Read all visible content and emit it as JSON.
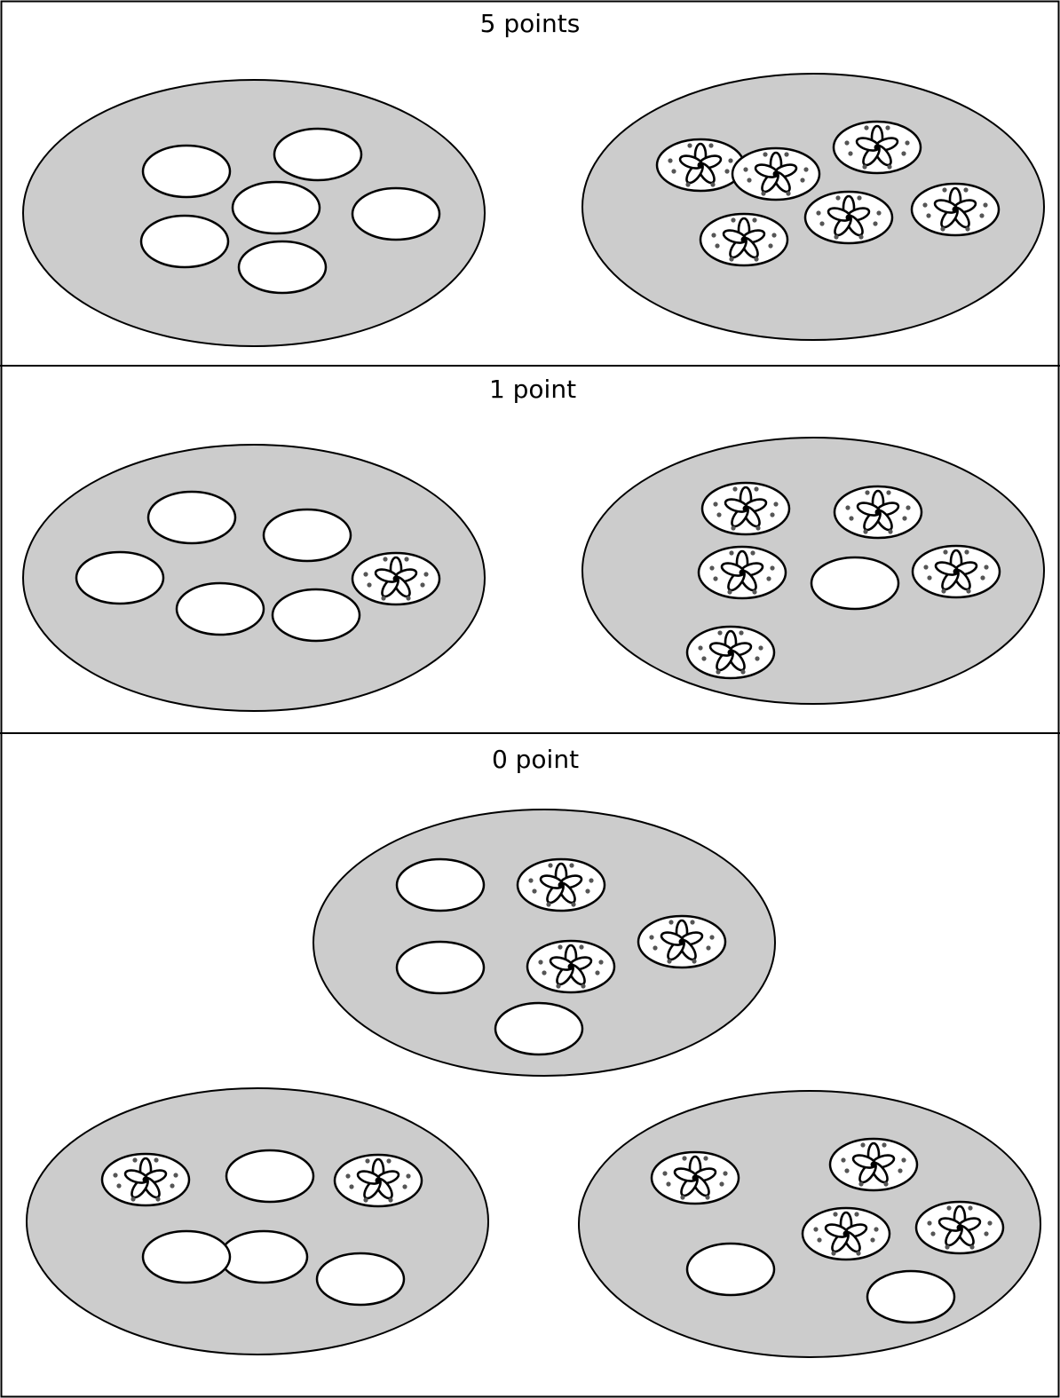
{
  "panels": [
    {
      "label": "5 points"
    },
    {
      "label": "1 point"
    },
    {
      "label": "0 point"
    }
  ],
  "colors": {
    "plate_fill": "#cccccc",
    "border": "#000000",
    "cup_fill": "#ffffff",
    "flower_dot": "#555555"
  },
  "icons": {
    "empty_cup": "empty-oval-icon",
    "flower_cup": "flower-in-oval-icon"
  }
}
